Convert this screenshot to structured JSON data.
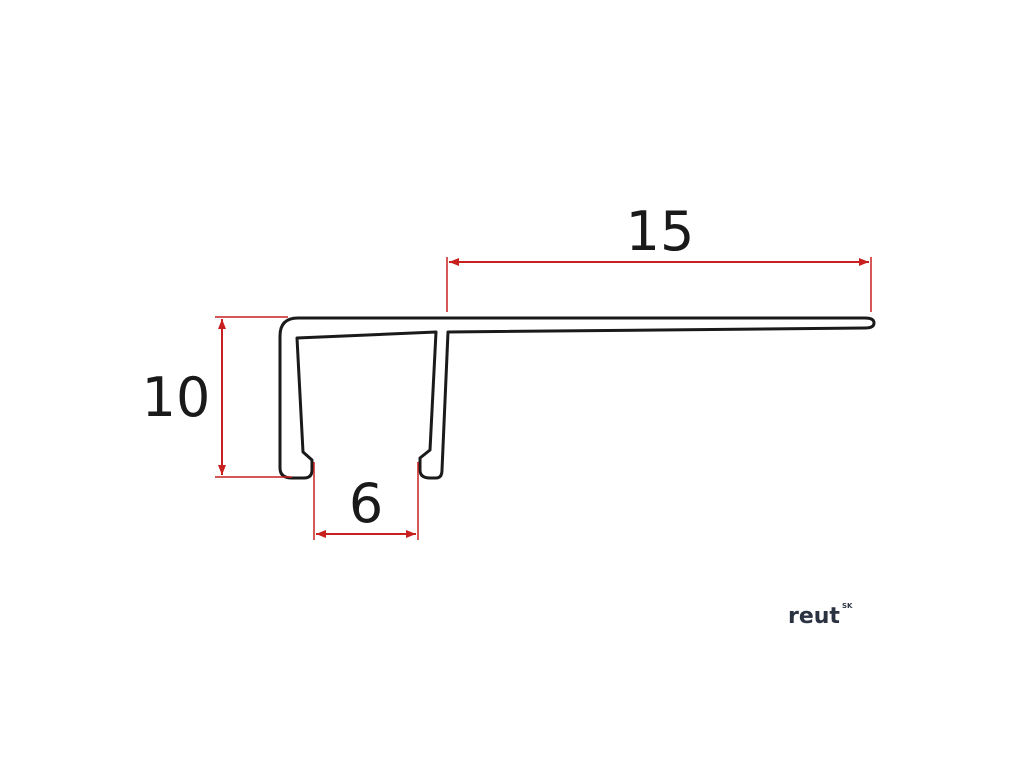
{
  "dimensions": {
    "width_top": "15",
    "height": "10",
    "opening": "6"
  },
  "logo": {
    "name": "reut",
    "suffix": "SK"
  },
  "colors": {
    "profile": "#1a1a1a",
    "dimension": "#c8201f",
    "logo": "#2b3342"
  }
}
